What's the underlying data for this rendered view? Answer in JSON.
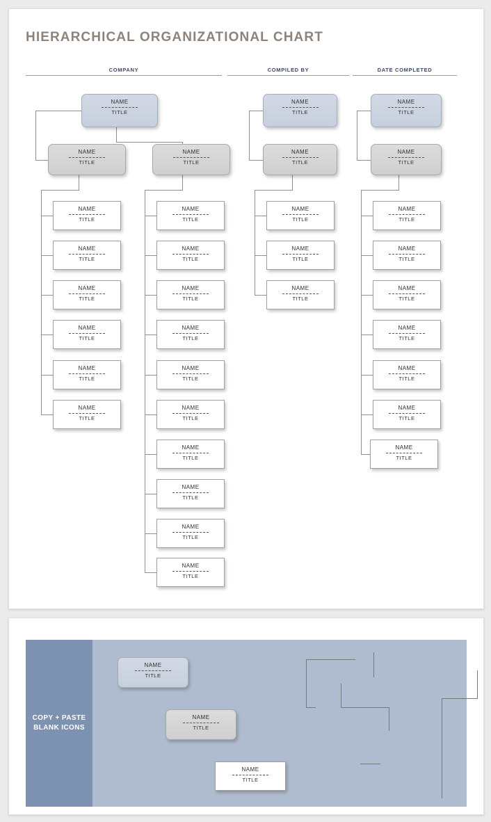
{
  "page": {
    "background": "#ebebeb",
    "title_color": "#8e8379",
    "line_color": "#8f8f8f"
  },
  "header": {
    "title": "HIERARCHICAL ORGANIZATIONAL CHART",
    "fields": [
      {
        "label": "COMPANY"
      },
      {
        "label": "COMPILED BY"
      },
      {
        "label": "DATE COMPLETED"
      }
    ]
  },
  "node_defaults": {
    "name": "NAME",
    "title": "TITLE"
  },
  "chart_data": {
    "type": "diagram",
    "title": "HIERARCHICAL ORGANIZATIONAL CHART",
    "node_label_name": "NAME",
    "node_label_title": "TITLE",
    "levels": [
      {
        "level": 1,
        "style": "blue",
        "shape": "rounded",
        "fill": "#ccd4e0",
        "count": 4
      },
      {
        "level": 2,
        "style": "gray",
        "shape": "rounded",
        "fill": "#d4d4d4",
        "count": 5
      },
      {
        "level": 3,
        "style": "white",
        "shape": "square",
        "fill": "#ffffff",
        "count": 25
      }
    ],
    "columns": [
      {
        "id": "col-1",
        "root_style": "blue",
        "mid_count": 2,
        "leaf_count": 6
      },
      {
        "id": "col-2",
        "root_style": "shared",
        "mid_count": 0,
        "leaf_count": 10
      },
      {
        "id": "col-3",
        "root_style": "blue",
        "mid_count": 1,
        "leaf_count": 3
      },
      {
        "id": "col-4",
        "root_style": "blue",
        "mid_count": 1,
        "leaf_count": 7
      }
    ],
    "total_nodes": 34
  },
  "palette": {
    "sidebar_line1": "COPY + PASTE",
    "sidebar_line2": "BLANK ICONS",
    "sidebar_color": "#7d92b0",
    "body_color": "#afbccf",
    "samples": [
      {
        "style": "blue",
        "name": "NAME",
        "title": "TITLE"
      },
      {
        "style": "gray",
        "name": "NAME",
        "title": "TITLE"
      },
      {
        "style": "white",
        "name": "NAME",
        "title": "TITLE"
      }
    ]
  }
}
